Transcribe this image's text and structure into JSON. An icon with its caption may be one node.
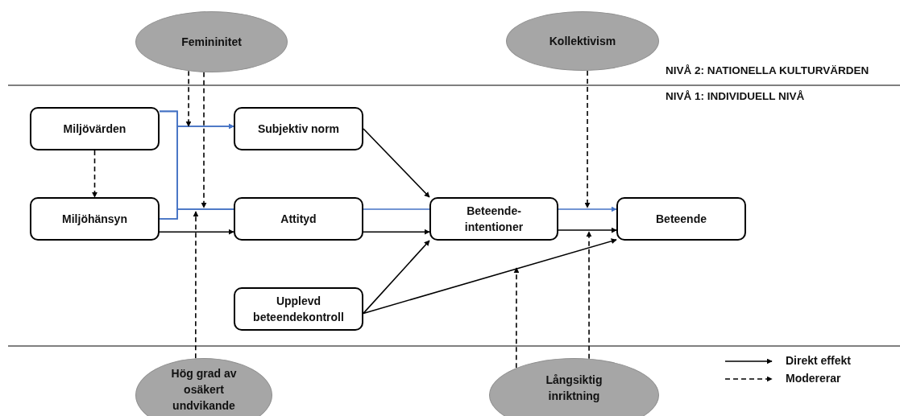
{
  "diagram": {
    "nodes": [
      {
        "text": [
          "Femininitet"
        ]
      },
      {
        "text": [
          "Kollektivism"
        ]
      },
      {
        "text": [
          "Miljövärden"
        ]
      },
      {
        "text": [
          "Subjektiv norm"
        ]
      },
      {
        "text": [
          "Miljöhänsyn"
        ]
      },
      {
        "text": [
          "Attityd"
        ]
      },
      {
        "text": [
          "Beteende- intentioner"
        ]
      },
      {
        "text": [
          "Beteende"
        ]
      },
      {
        "text": [
          "Upplevd beteendekontroll"
        ]
      },
      {
        "text": [
          "Hög grad av osäkert undvikande"
        ]
      },
      {
        "text": [
          "Långsiktig inriktning"
        ]
      }
    ],
    "edges": [
      {
        "from": 2,
        "to": 3,
        "arrow": "to",
        "color": "#4472c4"
      },
      {
        "from": 4,
        "to": 3,
        "arrow": "to",
        "color": "#4472c4"
      },
      {
        "from": 2,
        "to": 5,
        "arrow": "none",
        "color": "#4472c4"
      },
      {
        "from": 4,
        "to": 5,
        "arrow": "none",
        "color": "#4472c4"
      },
      {
        "from": 5,
        "to": 6,
        "arrow": "none",
        "color": "#4472c4"
      },
      {
        "from": 6,
        "to": 7,
        "arrow": "to",
        "color": "#4472c4"
      },
      {
        "from": 4,
        "to": 5,
        "arrow": "to"
      },
      {
        "from": 3,
        "to": 6,
        "arrow": "to"
      },
      {
        "from": 5,
        "to": 6,
        "arrow": "to"
      },
      {
        "from": 8,
        "to": 6,
        "arrow": "to"
      },
      {
        "from": 8,
        "to": 7,
        "arrow": "to"
      },
      {
        "from": 6,
        "to": 7,
        "arrow": "to"
      },
      {
        "from": 2,
        "to": 4,
        "arrow": "to",
        "style": "dashed"
      },
      {
        "from": 0,
        "to": null,
        "arrow": "to",
        "style": "dashed"
      },
      {
        "from": 0,
        "to": null,
        "arrow": "to",
        "style": "dashed"
      },
      {
        "from": 1,
        "to": null,
        "arrow": "to",
        "style": "dashed"
      },
      {
        "from": 9,
        "to": null,
        "arrow": "to",
        "style": "dashed"
      },
      {
        "from": 10,
        "to": null,
        "arrow": "to",
        "style": "dashed"
      },
      {
        "from": 10,
        "to": null,
        "arrow": "to",
        "style": "dashed"
      }
    ],
    "labels": [
      "NIVÅ 2: NATIONELLA KULTURVÄRDEN",
      "NIVÅ 1: INDIVIDUELL NIVÅ"
    ],
    "legend": [
      {
        "text": "Direkt effekt"
      },
      {
        "text": "Modererar"
      }
    ]
  }
}
